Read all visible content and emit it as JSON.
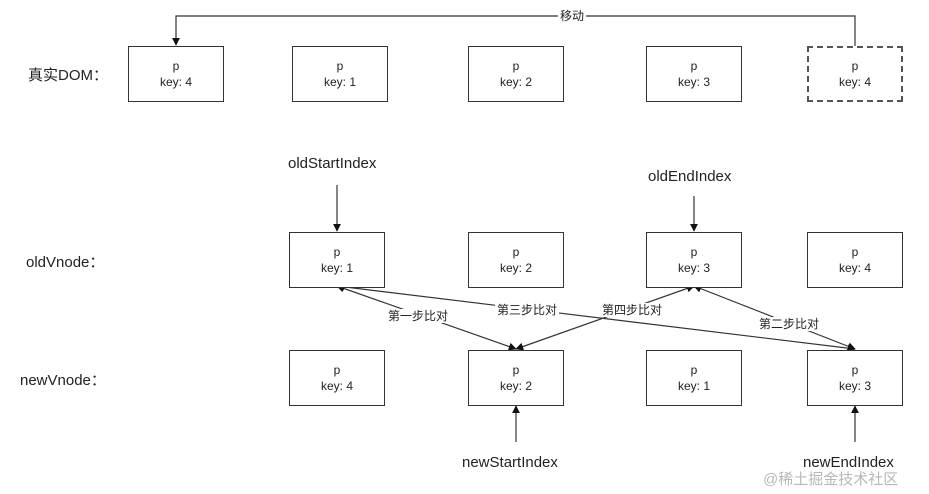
{
  "labels": {
    "real_dom": "真实DOM：",
    "old_vnode": "oldVnode：",
    "new_vnode": "newVnode："
  },
  "real_dom": [
    {
      "tag": "p",
      "key": "key: 4"
    },
    {
      "tag": "p",
      "key": "key: 1"
    },
    {
      "tag": "p",
      "key": "key: 2"
    },
    {
      "tag": "p",
      "key": "key: 3"
    },
    {
      "tag": "p",
      "key": "key: 4"
    }
  ],
  "old_vnode": [
    {
      "tag": "p",
      "key": "key: 1"
    },
    {
      "tag": "p",
      "key": "key: 2"
    },
    {
      "tag": "p",
      "key": "key: 3"
    },
    {
      "tag": "p",
      "key": "key: 4"
    }
  ],
  "new_vnode": [
    {
      "tag": "p",
      "key": "key: 4"
    },
    {
      "tag": "p",
      "key": "key: 2"
    },
    {
      "tag": "p",
      "key": "key: 1"
    },
    {
      "tag": "p",
      "key": "key: 3"
    }
  ],
  "pointers": {
    "old_start": "oldStartIndex",
    "old_end": "oldEndIndex",
    "new_start": "newStartIndex",
    "new_end": "newEndIndex"
  },
  "edges": {
    "move": "移动",
    "step1": "第一步比对",
    "step2": "第二步比对",
    "step3": "第三步比对",
    "step4": "第四步比对"
  },
  "watermark": "@稀土掘金技术社区"
}
